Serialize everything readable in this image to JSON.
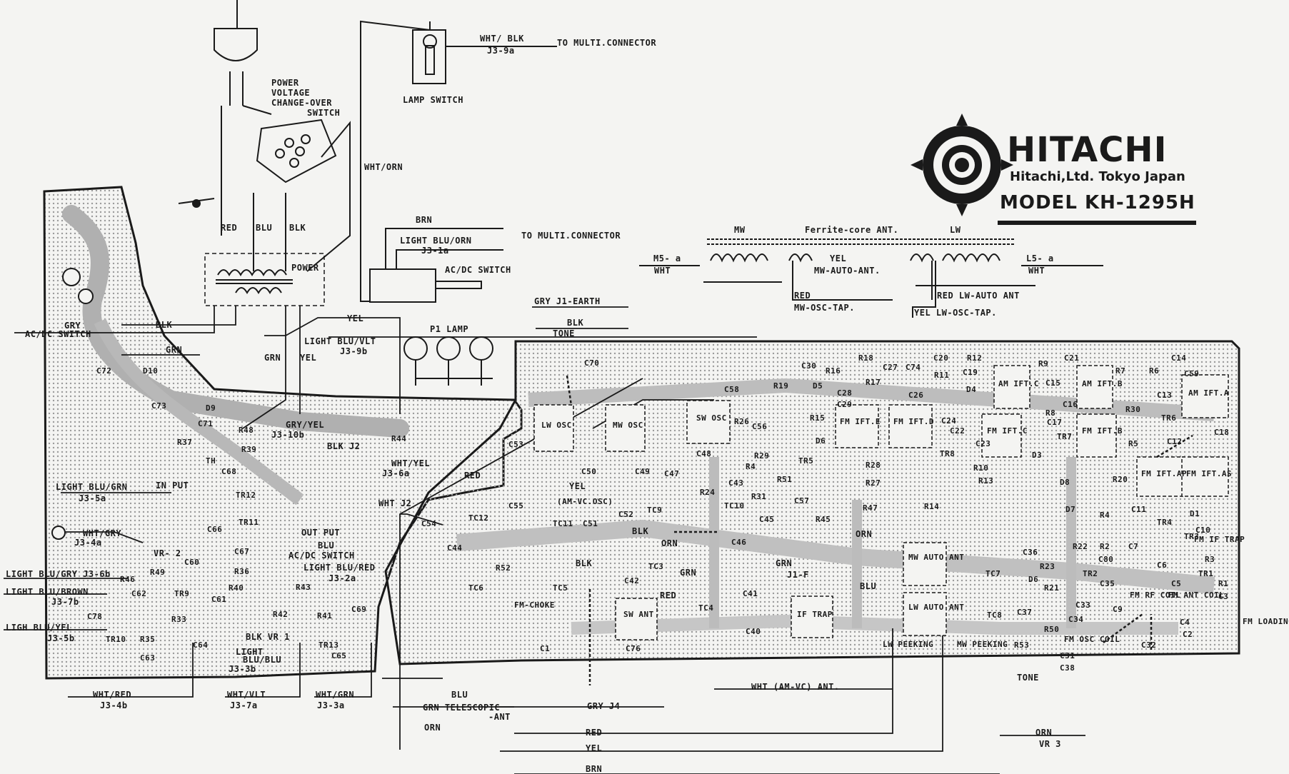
{
  "brand": {
    "name": "HITACHI",
    "company": "Hitachi,Ltd. Tokyo Japan",
    "model": "MODEL KH-1295H"
  },
  "labels": {
    "power_voltage": "POWER",
    "voltage": "VOLTAGE",
    "change_over": "CHANGE-OVER",
    "switch": "SWITCH",
    "lamp_switch": "LAMP SWITCH",
    "wht_blk": "WHT/ BLK",
    "j3_9a": "J3-9a",
    "to_multi_1": "TO MULTI.CONNECTOR",
    "wht_orn": "WHT/ORN",
    "brn": "BRN",
    "light_blu_orn": "LIGHT BLU/ORN",
    "j3_1a": "J3-1a",
    "to_multi_2": "TO MULTI.CONNECTOR",
    "acdc_switch": "AC/DC SWITCH",
    "red": "RED",
    "blu": "BLU",
    "blk": "BLK",
    "power": "POWER",
    "yel": "YEL",
    "gry": "GRY",
    "acdc_switch_left": "AC/DC SWITCH",
    "blk_left": "BLK",
    "grn_left": "GRN",
    "grn": "GRN",
    "yel2": "YEL",
    "light_blu_vlt": "LIGHT BLU/VLT",
    "j3_9b": "J3-9b",
    "p1_lamp": "P1 LAMP",
    "gry_j1_earth": "GRY J1-EARTH",
    "blk_tone": "BLK",
    "tone1": "TONE",
    "mw": "MW",
    "ferrite": "Ferrite-core ANT.",
    "lw": "LW",
    "m5a": "M5- a",
    "wht_m5": "WHT",
    "yel_mw": "YEL",
    "mw_auto_ant": "MW-AUTO-ANT.",
    "l5a": "L5- a",
    "wht_l5": "WHT",
    "red_mw": "RED",
    "mw_osc_tap": "MW-OSC-TAP.",
    "red_lw_auto": "RED LW-AUTO ANT",
    "yel_lw_osc": "YEL LW-OSC-TAP.",
    "gry_yel": "GRY/YEL",
    "j3_10b": "J3-10b",
    "blk_j2": "BLK J2",
    "wht_yel": "WHT/YEL",
    "j3_6a": "J3-6a",
    "red_mid": "RED",
    "wht_j2": "WHT J2",
    "light_blu_grn": "LIGHT BLU/GRN",
    "j3_5a": "J3-5a",
    "input": "IN PUT",
    "output": "OUT PUT",
    "wht_gry": "WHT/GRY",
    "j3_4a": "J3-4a",
    "vr2": "VR- 2",
    "blu_acdc": "BLU",
    "acdc_switch_b": "AC/DC SWITCH",
    "light_blu_red": "LIGHT BLU/RED",
    "j3_2a": "J3-2a",
    "lb_gry": "LIGHT BLU/GRY J3-6b",
    "lb_brown": "LIGHT BLU/BROWN",
    "j3_7b": "J3-7b",
    "lb_yel": "LIGH BLU/YEL",
    "j3_5b": "J3-5b",
    "blk_vr1": "BLK VR 1",
    "light_blu_blu": "LIGHT",
    "blu_blu": "BLU/BLU",
    "j3_3b": "J3-3b",
    "wht_red": "WHT/RED",
    "j3_4b": "J3-4b",
    "wht_vlt": "WHT/VLT",
    "j3_7a": "J3-7a",
    "wht_grn": "WHT/GRN",
    "j3_3a": "J3-3a",
    "blu_bottom": "BLU",
    "grn_telescopic": "GRN TELESCOPIC",
    "ant": "-ANT",
    "orn_bottom": "ORN",
    "gry_j4": "GRY J4",
    "red_bottom": "RED",
    "yel_bottom": "YEL",
    "brn_bottom": "BRN",
    "fm_choke": "FM-CHOKE",
    "wht_amvc_ant": "WHT (AM-VC) ANT.",
    "orn_vr3": "ORN",
    "vr3": "VR 3",
    "tone": "TONE",
    "grn_j1f": "GRN",
    "j1f": "J1-F",
    "blu_mid": "BLU",
    "orn_mid": "ORN",
    "blk_mid": "BLK",
    "orn_mid2": "ORN",
    "grn_mid": "GRN",
    "red_mid2": "RED",
    "blk_mid2": "BLK",
    "yel_amvc": "YEL",
    "amvc_osc": "(AM-VC.OSC)",
    "lw_osc": "LW OSC",
    "mw_osc": "MW OSC",
    "sw_osc": "SW OSC",
    "sw_ant": "SW ANT",
    "if_trap": "IF TRAP",
    "mw_auto_ant_box": "MW AUTO ANT",
    "lw_auto_ant_box": "LW AUTO ANT",
    "lw_peeking": "LW PEEKING",
    "mw_peeking": "MW PEEKING",
    "fm_osc_coil": "FM OSC COIL",
    "fm_loading_coil": "FM LOADING COIL",
    "fm_if_trap": "FM IF TRAP",
    "fm_rf_coil": "FM RF COIL",
    "fm_ant_coil": "FM ANT COIL",
    "am_ift_c": "AM IFT.C",
    "am_ift_b": "AM IFT.B",
    "am_ift_a": "AM IFT.A",
    "fm_ift_e": "FM IFT.E",
    "fm_ift_d": "FM IFT.D",
    "fm_ift_c": "FM IFT.C",
    "fm_ift_b": "FM IFT.B",
    "fm_ift_ap": "FM IFT.AP",
    "fm_ift_as": "FM IFT.AS",
    "th": "TH"
  },
  "components": [
    "C70",
    "C72",
    "D10",
    "C73",
    "D9",
    "C71",
    "R48",
    "R37",
    "R39",
    "C68",
    "TR12",
    "TR11",
    "C66",
    "C67",
    "R36",
    "R40",
    "C60",
    "R49",
    "R46",
    "C62",
    "TR9",
    "R33",
    "C61",
    "C78",
    "TR10",
    "R35",
    "C63",
    "C64",
    "R42",
    "R41",
    "R43",
    "C69",
    "TR13",
    "C65",
    "R44",
    "C53",
    "C50",
    "C55",
    "TC12",
    "C54",
    "C44",
    "TC11",
    "C51",
    "C52",
    "TC9",
    "C49",
    "C47",
    "TC6",
    "TC5",
    "R52",
    "C42",
    "TC3",
    "C76",
    "C1",
    "R24",
    "TC10",
    "C43",
    "C45",
    "C46",
    "C41",
    "TC4",
    "C40",
    "C48",
    "R26",
    "C56",
    "R29",
    "R4",
    "R31",
    "R51",
    "TR5",
    "C57",
    "R45",
    "C30",
    "R19",
    "R16",
    "D5",
    "C28",
    "C29",
    "R18",
    "R17",
    "C27",
    "C74",
    "C26",
    "C20",
    "R12",
    "R11",
    "C19",
    "D4",
    "C24",
    "C22",
    "C23",
    "R10",
    "R13",
    "R15",
    "D6",
    "C58",
    "TR8",
    "R28",
    "R27",
    "R47",
    "R14",
    "R9",
    "C21",
    "C15",
    "C16",
    "R8",
    "C17",
    "TR7",
    "D3",
    "D8",
    "D7",
    "R7",
    "R6",
    "C14",
    "C13",
    "C59",
    "R30",
    "TR6",
    "C18",
    "C12",
    "R5",
    "R20",
    "C11",
    "TR4",
    "D1",
    "C10",
    "R4b",
    "R22",
    "R2",
    "C80",
    "C7",
    "TR3",
    "C36",
    "R23",
    "D6b",
    "TR2",
    "C35",
    "R21",
    "C33",
    "C9",
    "C37",
    "C34",
    "R50",
    "C6",
    "C5",
    "TR1",
    "R3",
    "R1",
    "C3",
    "C4",
    "C2",
    "C32",
    "C31",
    "C38",
    "R53",
    "TC7",
    "TC8"
  ]
}
